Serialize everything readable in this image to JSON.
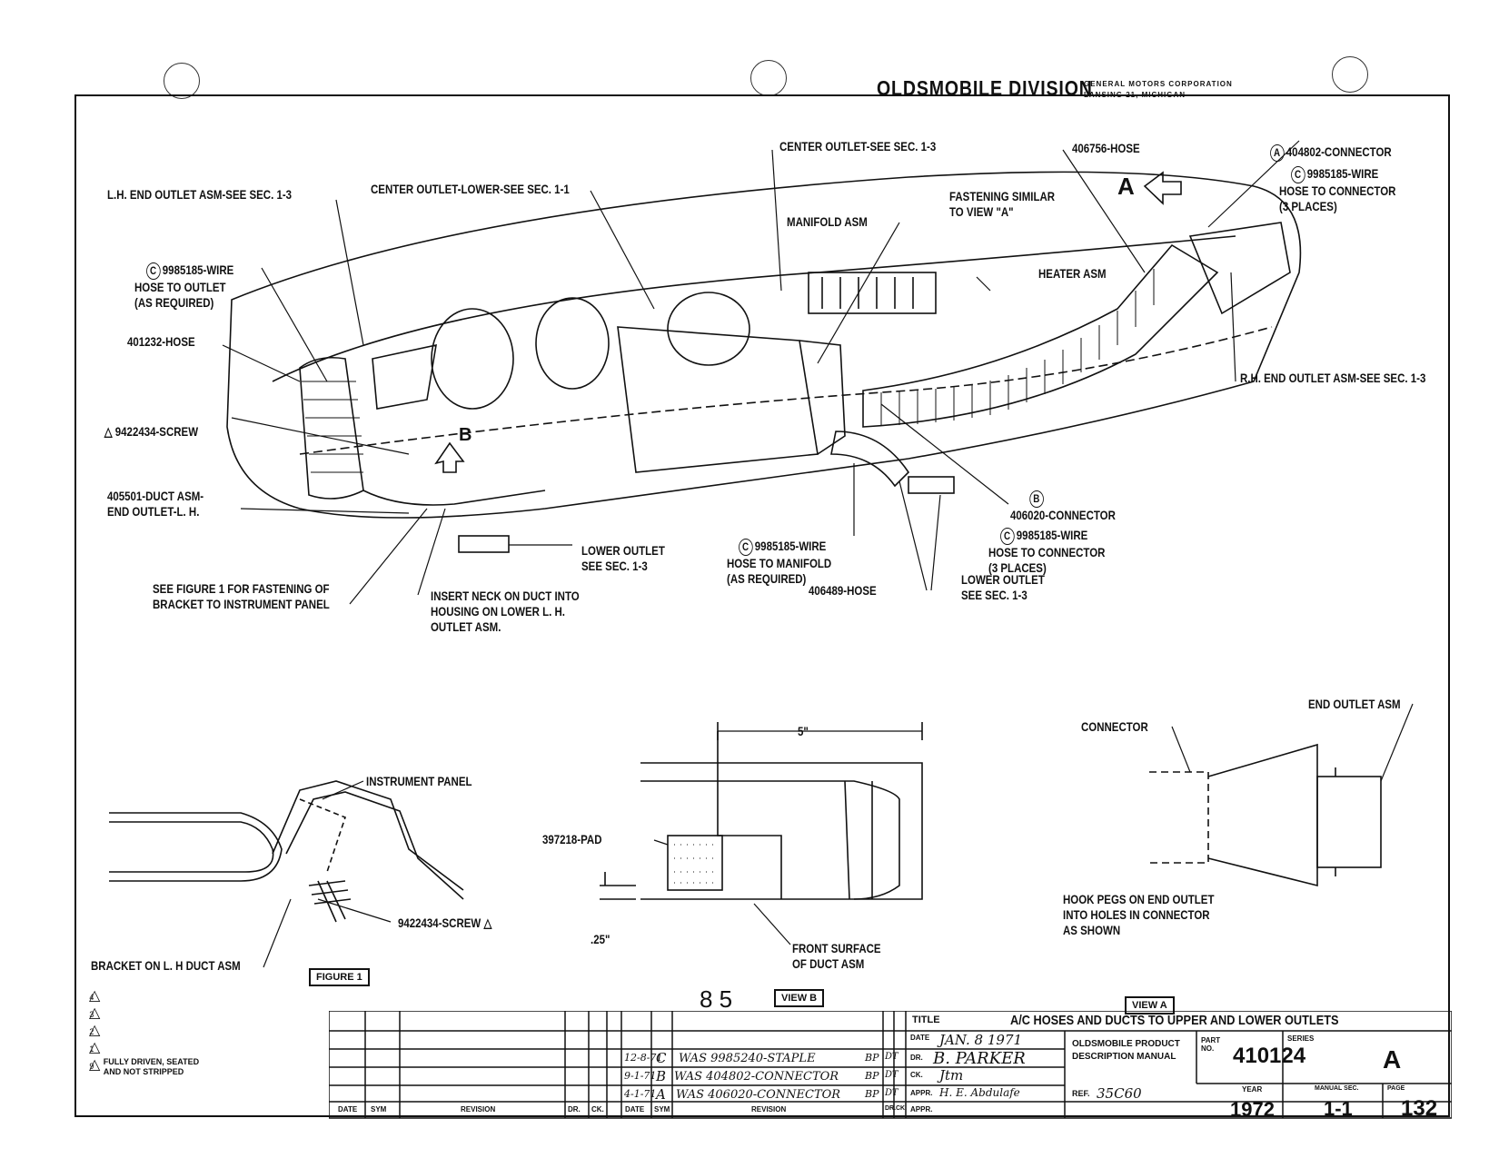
{
  "header": {
    "division": "OLDSMOBILE DIVISION",
    "corp_line1": "GENERAL MOTORS CORPORATION",
    "corp_line2": "LANSING 21, MICHIGAN"
  },
  "labels": {
    "center_outlet": "CENTER OUTLET-SEE SEC. 1-3",
    "hose_406756": "406756-HOSE",
    "connector_404802": "404802-CONNECTOR",
    "wire_conn_1": "9985185-WIRE",
    "wire_conn_2": "HOSE TO CONNECTOR",
    "wire_conn_3": "(3 PLACES)",
    "lh_end_outlet": "L.H. END OUTLET ASM-SEE SEC. 1-3",
    "center_outlet_lower": "CENTER OUTLET-LOWER-SEE SEC. 1-1",
    "fastening_1": "FASTENING SIMILAR",
    "fastening_2": "TO VIEW \"A\"",
    "manifold": "MANIFOLD ASM",
    "wire_outlet_1": "9985185-WIRE",
    "wire_outlet_2": "HOSE TO OUTLET",
    "wire_outlet_3": "(AS REQUIRED)",
    "heater": "HEATER ASM",
    "hose_401232": "401232-HOSE",
    "rh_end_outlet": "R.H. END OUTLET ASM-SEE SEC. 1-3",
    "screw_9422434": "9422434-SCREW",
    "duct_1": "405501-DUCT ASM-",
    "duct_2": "END OUTLET-L. H.",
    "connector_406020": "406020-CONNECTOR",
    "wire_b_1": "9985185-WIRE",
    "wire_b_2": "HOSE TO CONNECTOR",
    "wire_b_3": "(3 PLACES)",
    "wire_man_1": "9985185-WIRE",
    "wire_man_2": "HOSE TO MANIFOLD",
    "wire_man_3": "(AS REQUIRED)",
    "lower_outlet_l1": "LOWER OUTLET",
    "lower_outlet_l2": "SEE SEC. 1-3",
    "lower_outlet_r1": "LOWER OUTLET",
    "lower_outlet_r2": "SEE SEC. 1-3",
    "hose_406489": "406489-HOSE",
    "see_fig_1": "SEE FIGURE 1 FOR FASTENING OF",
    "see_fig_2": "BRACKET TO INSTRUMENT PANEL",
    "insert_1": "INSERT NECK ON DUCT INTO",
    "insert_2": "HOUSING ON LOWER L. H.",
    "insert_3": "OUTLET ASM.",
    "end_outlet_asm": "END OUTLET ASM",
    "connector": "CONNECTOR",
    "dim_5": "5\"",
    "instrument_panel": "INSTRUMENT PANEL",
    "pad_397218": "397218-PAD",
    "screw_fig1": "9422434-SCREW",
    "dim_25": ".25\"",
    "front_surface_1": "FRONT SURFACE",
    "front_surface_2": "OF DUCT ASM",
    "hook_1": "HOOK PEGS ON END OUTLET",
    "hook_2": "INTO HOLES IN CONNECTOR",
    "hook_3": "AS SHOWN",
    "bracket": "BRACKET ON L. H DUCT ASM",
    "figure_1": "FIGURE 1",
    "view_b": "VIEW B",
    "view_a": "VIEW A",
    "page_85": "8 5",
    "view_letter_a": "A",
    "view_letter_b": "B",
    "fully_driven_1": "FULLY DRIVEN, SEATED",
    "fully_driven_2": "AND NOT STRIPPED"
  },
  "title_block": {
    "title_label": "TITLE",
    "title": "A/C HOSES AND DUCTS TO UPPER AND LOWER OUTLETS",
    "date_label": "DATE",
    "date_value": "JAN. 8 1971",
    "dr_label": "DR.",
    "dr_value": "B. PARKER",
    "ck_label": "CK.",
    "ck_value": "Jtm",
    "appr_label": "APPR.",
    "appr_value": "H. E. Abdulafe",
    "appr2_label": "APPR.",
    "manual_1": "OLDSMOBILE PRODUCT",
    "manual_2": "DESCRIPTION MANUAL",
    "ref_label": "REF.",
    "ref_value": "35C60",
    "part_label": "PART NO.",
    "part_no": "410124",
    "series_label": "SERIES",
    "series": "A",
    "year_label": "YEAR",
    "year": "1972",
    "sec_label": "MANUAL SEC.",
    "sec": "1-1",
    "page_label": "PAGE",
    "page": "132",
    "col_date": "DATE",
    "col_sym": "SYM",
    "col_revision": "REVISION",
    "col_dr": "DR.",
    "col_ck": "CK.",
    "col_date2": "DATE",
    "col_sym2": "SYM",
    "col_revision2": "REVISION",
    "col_dr2": "DR.",
    "col_ck2": "CK.",
    "revisions": [
      {
        "date": "12-8-71",
        "sym": "C",
        "text": "WAS 9985240-STAPLE",
        "dr": "BP",
        "ck": "DT"
      },
      {
        "date": "9-1-71",
        "sym": "B",
        "text": "WAS 404802-CONNECTOR",
        "dr": "BP",
        "ck": "DT"
      },
      {
        "date": "4-1-71",
        "sym": "A",
        "text": "WAS 406020-CONNECTOR",
        "dr": "BP",
        "ck": "DT"
      }
    ]
  },
  "legend": {
    "symbols": [
      "4",
      "3",
      "2",
      "1",
      "9"
    ]
  }
}
